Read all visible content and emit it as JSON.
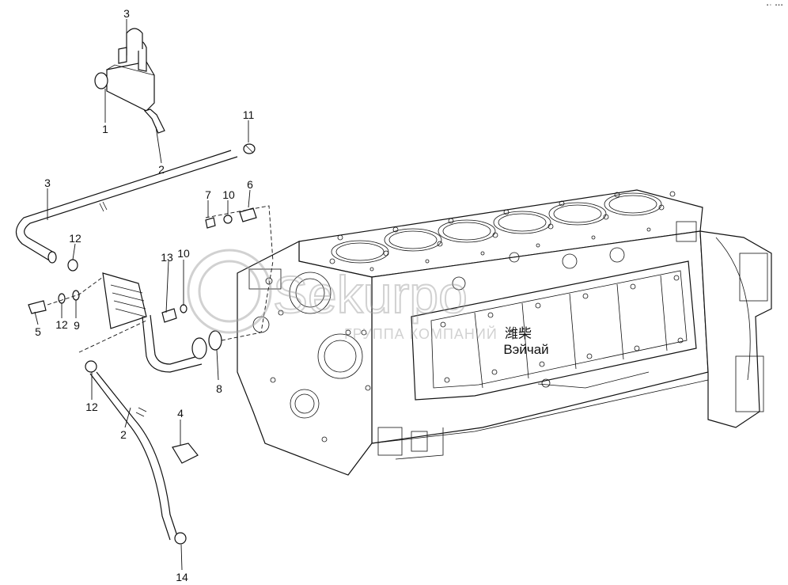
{
  "callouts": {
    "c1": "1",
    "c2a": "2",
    "c3a": "3",
    "c11": "11",
    "c3b": "3",
    "c7": "7",
    "c10a": "10",
    "c6": "6",
    "c12a": "12",
    "c13": "13",
    "c10b": "10",
    "c5": "5",
    "c12b": "12",
    "c9": "9",
    "c8": "8",
    "c4": "4",
    "c12c": "12",
    "c2b": "2",
    "c14": "14"
  },
  "block_marking": {
    "chinese": "潍柴",
    "cyrillic": "Вэйчай"
  },
  "watermark": {
    "brand": "Sekurpo",
    "subtitle": "ГРУППА КОМПАНИЙ"
  },
  "corner_mark": "▪▫ ▪▪▪",
  "colors": {
    "ink": "#111111",
    "paper": "#ffffff",
    "watermark": "#9a9a9a"
  }
}
